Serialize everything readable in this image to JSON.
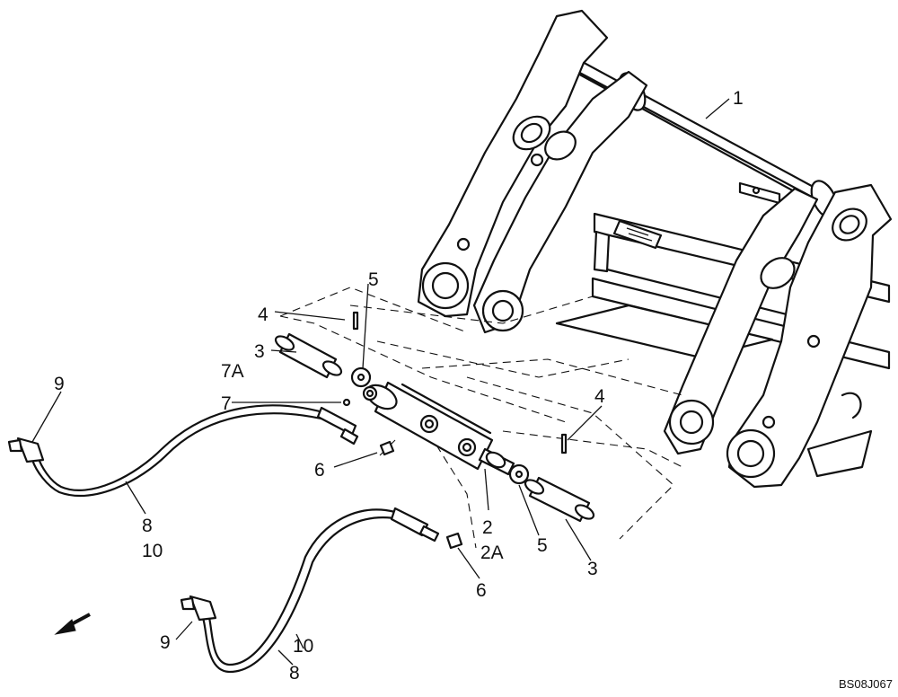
{
  "callouts": {
    "c1": "1",
    "c2": "2",
    "c2a": "2A",
    "c3a": "3",
    "c3b": "3",
    "c4a": "4",
    "c4b": "4",
    "c5a": "5",
    "c5b": "5",
    "c6a": "6",
    "c6b": "6",
    "c7": "7",
    "c7a": "7A",
    "c8a": "8",
    "c8b": "8",
    "c9a": "9",
    "c9b": "9",
    "c10a": "10",
    "c10b": "10"
  },
  "figure_code": "BS08J067",
  "direction_indicator": "arrow-icon"
}
